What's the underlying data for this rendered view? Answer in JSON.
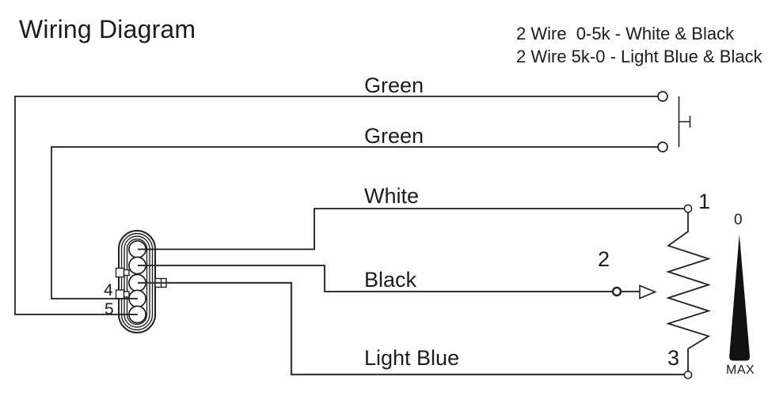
{
  "title": "Wiring Diagram",
  "notes": {
    "line1": "2 Wire  0-5k - White & Black",
    "line2": "2 Wire 5k-0 - Light Blue & Black"
  },
  "wire_labels": {
    "green1": "Green",
    "green2": "Green",
    "white": "White",
    "black": "Black",
    "light_blue": "Light Blue"
  },
  "connector_pins": {
    "pin4": "4",
    "pin5": "5"
  },
  "potentiometer_terminals": {
    "terminal1": "1",
    "terminal2": "2",
    "terminal3": "3"
  },
  "indicator": {
    "min_label": "0",
    "max_label": "MAX"
  },
  "colors": {
    "line": "#222222",
    "thick_line": "#3a3a3a",
    "text": "#1c1c1c",
    "wedge_fill": "#121212",
    "background": "#ffffff"
  }
}
